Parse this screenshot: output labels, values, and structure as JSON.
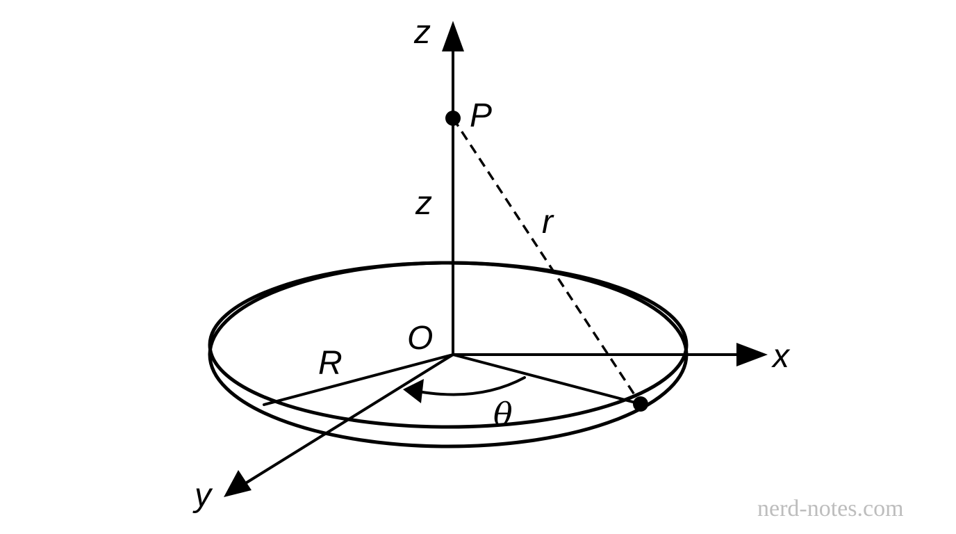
{
  "labels": {
    "z_axis": "z",
    "point_p": "P",
    "height_z": "z",
    "distance_r": "r",
    "origin": "O",
    "x_axis": "x",
    "y_axis": "y",
    "radius": "R",
    "angle": "θ"
  },
  "watermark": "nerd-notes.com",
  "colors": {
    "ink": "#000000",
    "watermark": "#bdbdbd",
    "background": "#ffffff"
  }
}
